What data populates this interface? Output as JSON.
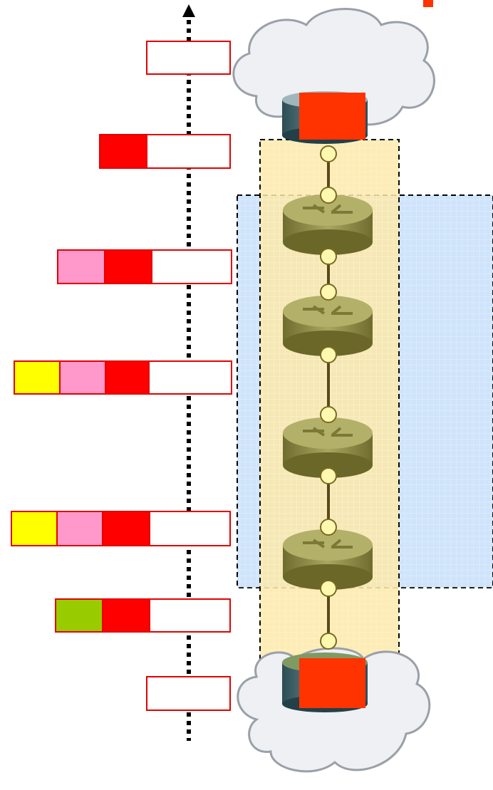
{
  "colors": {
    "label_red": "#ff0000",
    "pink": "#ff99cc",
    "yellow": "#ffff00",
    "green": "#99cc00",
    "label_border": "#e60000",
    "label_white": "#ffffff",
    "cloud_fill": "#eef0f3",
    "cloud_stroke": "#9aa0a8",
    "edge_router_cap": "#ff3300",
    "blue_region": "#cfe4fb",
    "yellow_region": "#fde9a8",
    "router_body": "#8f8c45",
    "router_top": "#b3b06a",
    "link_line": "#5a4a1a",
    "port_fill": "#fff8b0"
  },
  "label_stacks": [
    {
      "name": "stack-1",
      "segments": [
        "white"
      ]
    },
    {
      "name": "stack-2",
      "segments": [
        "red",
        "white"
      ]
    },
    {
      "name": "stack-3",
      "segments": [
        "pink",
        "red",
        "white"
      ]
    },
    {
      "name": "stack-4",
      "segments": [
        "yellow",
        "pink",
        "red",
        "white"
      ]
    },
    {
      "name": "stack-5",
      "segments": [
        "yellow",
        "pink",
        "red",
        "white"
      ]
    },
    {
      "name": "stack-6",
      "segments": [
        "green",
        "red",
        "white"
      ]
    },
    {
      "name": "stack-7",
      "segments": [
        "white"
      ]
    }
  ],
  "core_routers": 4,
  "icons": [
    "up-arrow-icon",
    "cloud-icon",
    "router-icon",
    "port-icon"
  ]
}
